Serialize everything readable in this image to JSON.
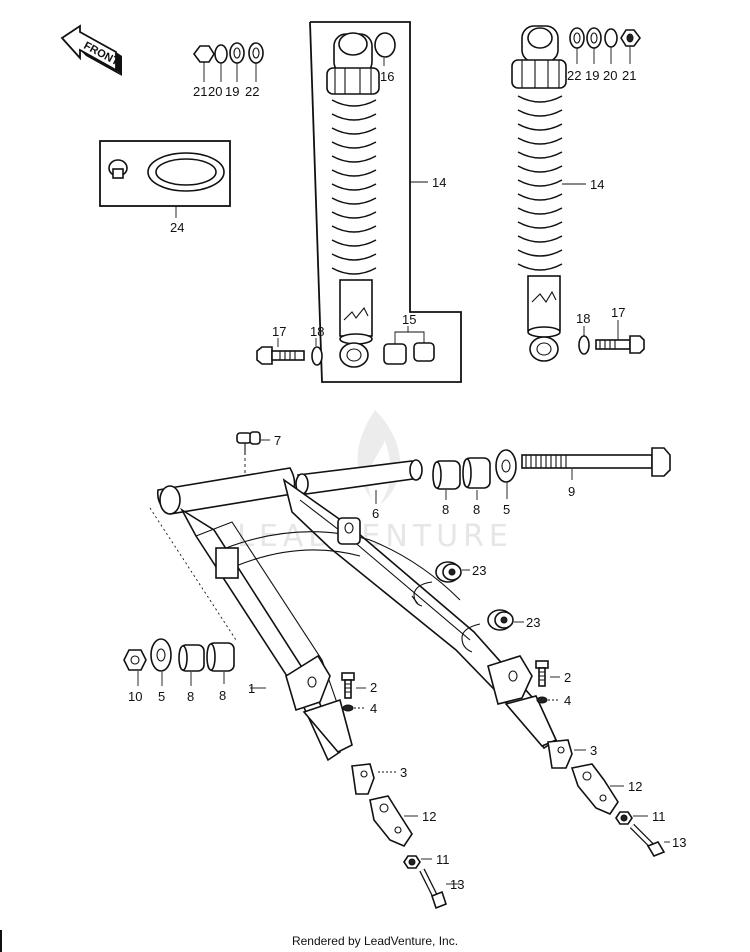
{
  "front_label": "FRONT",
  "watermark": "LEADVENTURE",
  "footer": "Rendered by LeadVenture, Inc.",
  "callouts": {
    "c21a": "21",
    "c20a": "20",
    "c19a": "19",
    "c22a": "22",
    "c16": "16",
    "c14a": "14",
    "c24": "24",
    "c22b": "22",
    "c19b": "19",
    "c20b": "20",
    "c21b": "21",
    "c14b": "14",
    "c17a": "17",
    "c18a": "18",
    "c15": "15",
    "c18b": "18",
    "c17b": "17",
    "c7": "7",
    "c6": "6",
    "c8a": "8",
    "c8b": "8",
    "c5a": "5",
    "c9": "9",
    "c23a": "23",
    "c23b": "23",
    "c10": "10",
    "c5b": "5",
    "c8c": "8",
    "c8d": "8",
    "c1": "1",
    "c2a": "2",
    "c4a": "4",
    "c2b": "2",
    "c4b": "4",
    "c3a": "3",
    "c3b": "3",
    "c12a": "12",
    "c12b": "12",
    "c11a": "11",
    "c11b": "11",
    "c13a": "13",
    "c13b": "13"
  }
}
